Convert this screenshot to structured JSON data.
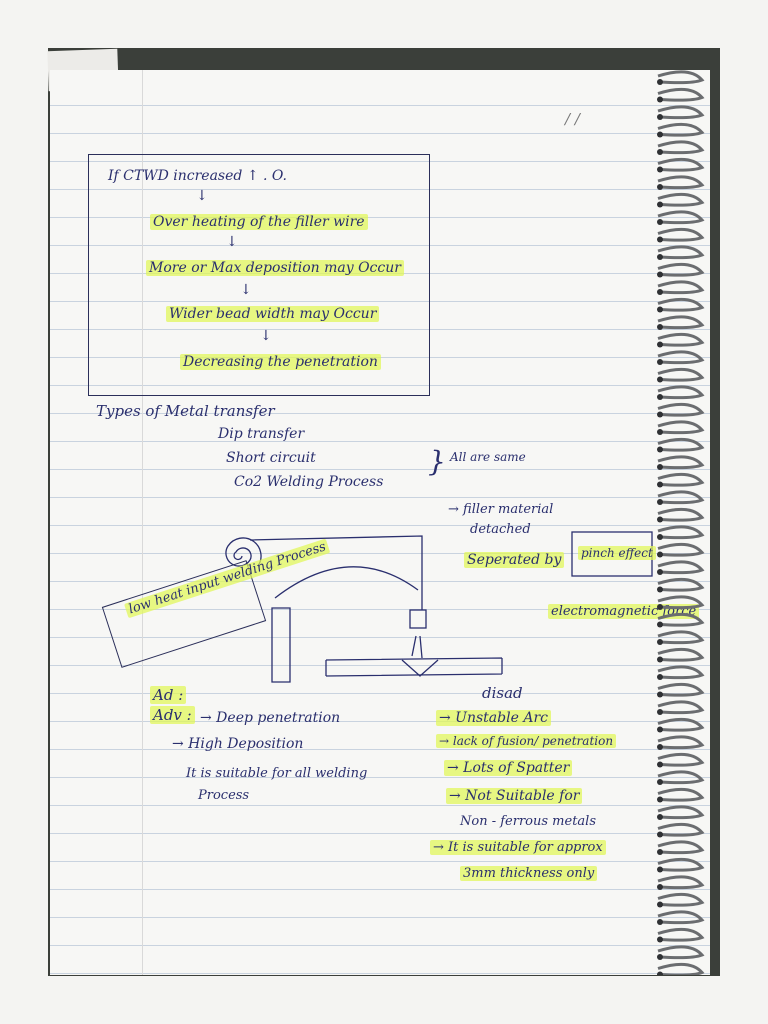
{
  "header_mark": "/ /",
  "ctwd_box": {
    "lines": [
      "If CTWD increased ↑ . O.",
      "Over heating of the filler wire",
      "More or Max deposition may Occur",
      "Wider bead width may Occur",
      "Decreasing the penetration"
    ],
    "arrow": "↓"
  },
  "types": {
    "heading": "Types of Metal transfer",
    "items": [
      "Dip transfer",
      "Short circuit",
      "Co2 Welding Process"
    ],
    "note": "All are same"
  },
  "diagram": {
    "side_box": "low heat input welding Process",
    "filler_line1": "→ filler material",
    "filler_line2": "detached",
    "separated": "Seperated by",
    "pinch": "pinch effect",
    "force": "electromagnetic force"
  },
  "adv": {
    "ad_label": "Ad :",
    "label": "Adv :",
    "items": [
      "→ Deep penetration",
      "→ High Deposition",
      "It is suitable for all welding",
      "Process"
    ]
  },
  "disad": {
    "label": "disad",
    "items": [
      "→ Unstable Arc",
      "→ lack of fusion/ penetration",
      "→ Lots of Spatter",
      "→ Not Suitable for",
      "Non - ferrous metals",
      "→ It is suitable for approx",
      "3mm thickness only"
    ]
  },
  "colors": {
    "ink": "#2a2f6e",
    "highlight": "#e0f656",
    "rule": "#c9d3df"
  }
}
